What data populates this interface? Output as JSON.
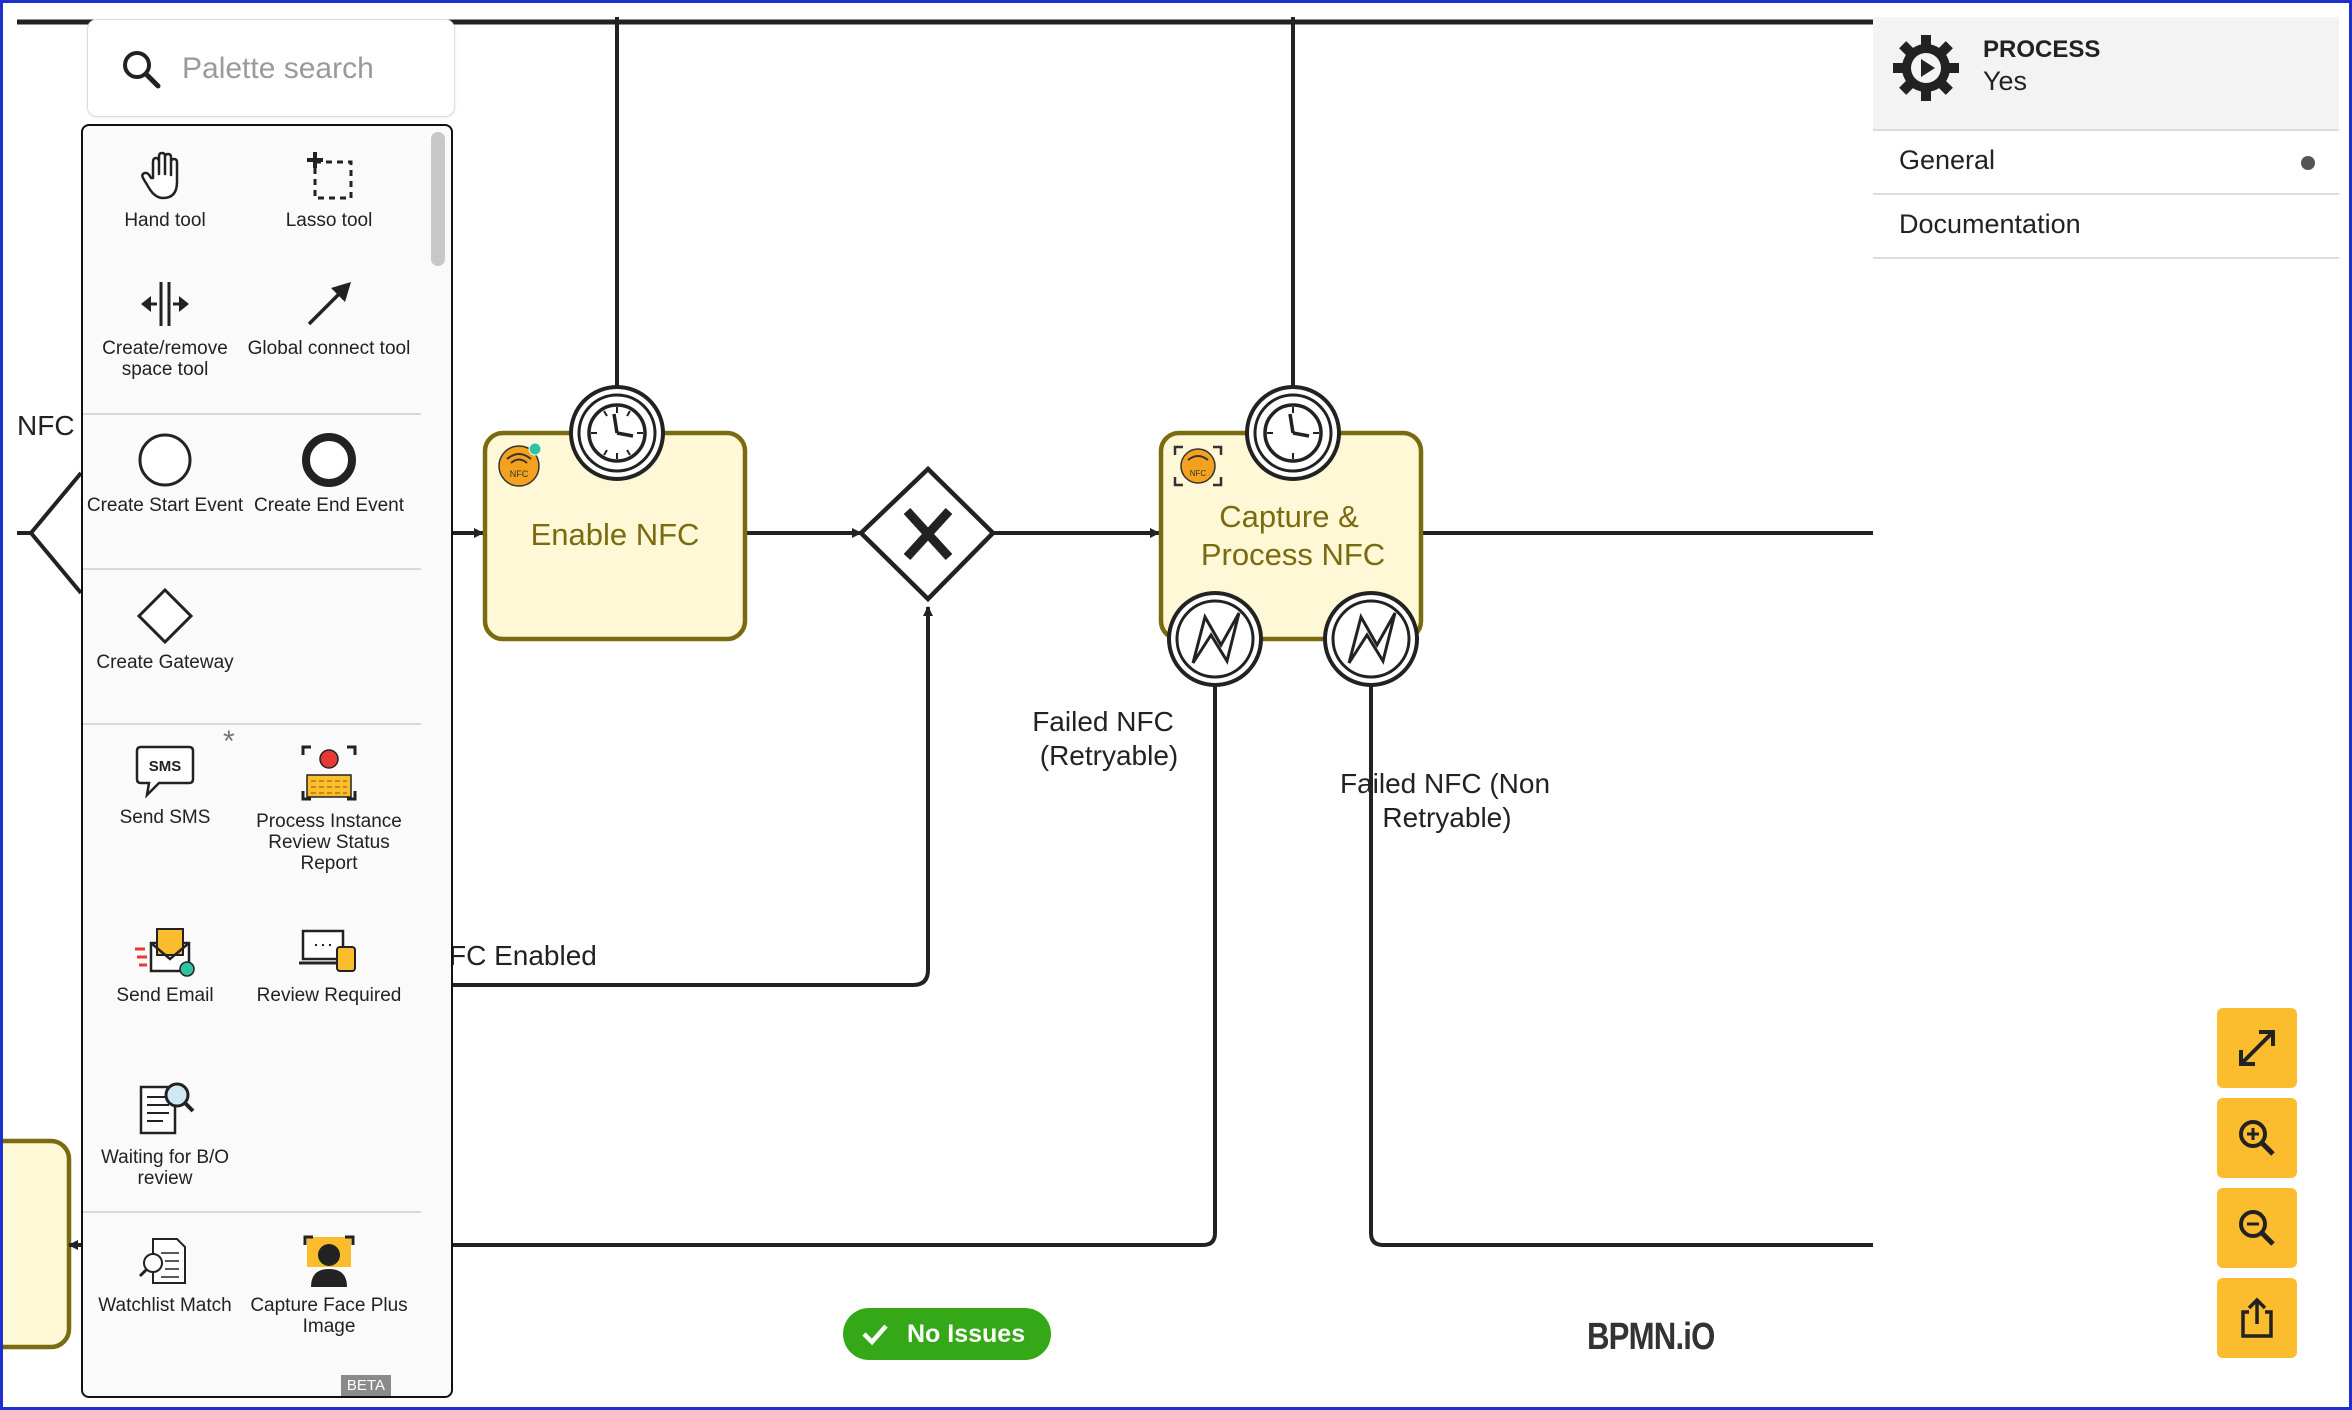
{
  "palette": {
    "search_placeholder": "Palette search",
    "beta_label": "BETA",
    "tools": [
      {
        "label": "Hand tool",
        "icon": "hand-icon"
      },
      {
        "label": "Lasso tool",
        "icon": "lasso-icon"
      },
      {
        "label": "Create/remove space tool",
        "icon": "space-tool-icon"
      },
      {
        "label": "Global connect tool",
        "icon": "connect-arrow-icon"
      }
    ],
    "events": [
      {
        "label": "Create Start Event",
        "icon": "start-event-icon"
      },
      {
        "label": "Create End Event",
        "icon": "end-event-icon"
      }
    ],
    "gateway": {
      "label": "Create Gateway",
      "icon": "gateway-icon"
    },
    "custom": [
      {
        "label": "Send SMS",
        "icon": "sms-icon",
        "icon_text": "SMS"
      },
      {
        "label": "Process Instance Review Status Report",
        "icon": "review-status-icon"
      },
      {
        "label": "Send Email",
        "icon": "email-icon"
      },
      {
        "label": "Review Required",
        "icon": "review-required-icon"
      },
      {
        "label": "Waiting for B/O review",
        "icon": "document-search-icon"
      },
      {
        "label": "Watchlist Match",
        "icon": "watchlist-icon"
      },
      {
        "label": "Capture Face Plus Image",
        "icon": "face-capture-icon"
      }
    ],
    "star": "*"
  },
  "diagram": {
    "tasks": [
      {
        "label": "Enable NFC",
        "icon": "nfc-icon",
        "icon_text": "NFC"
      },
      {
        "label_line1": "Capture &",
        "label_line2": "Process NFC",
        "icon": "nfc-scan-icon",
        "icon_text": "NFC"
      }
    ],
    "flow_labels": {
      "left_cut": "NFC E",
      "nfc_enabled": "FC Enabled",
      "failed_retry_1": "Failed NFC",
      "failed_retry_2": "(Retryable)",
      "failed_non_1": "Failed NFC (Non",
      "failed_non_2": "Retryable)"
    }
  },
  "properties": {
    "element_type": "PROCESS",
    "element_name": "Yes",
    "groups": [
      {
        "label": "General",
        "has_dot": true
      },
      {
        "label": "Documentation",
        "has_dot": false
      }
    ]
  },
  "zoom_controls": [
    {
      "name": "fit-viewport-button",
      "icon": "expand-icon"
    },
    {
      "name": "zoom-in-button",
      "icon": "zoom-in-icon"
    },
    {
      "name": "zoom-out-button",
      "icon": "zoom-out-icon"
    },
    {
      "name": "export-button",
      "icon": "share-icon"
    }
  ],
  "status": {
    "label": "No Issues"
  },
  "brand": {
    "label": "BPMN.iO"
  },
  "colors": {
    "accent": "#fbbd2e",
    "task_fill": "#fff8d6",
    "task_stroke": "#7a6a10",
    "success": "#34a817",
    "frame": "#1f2fcf"
  }
}
